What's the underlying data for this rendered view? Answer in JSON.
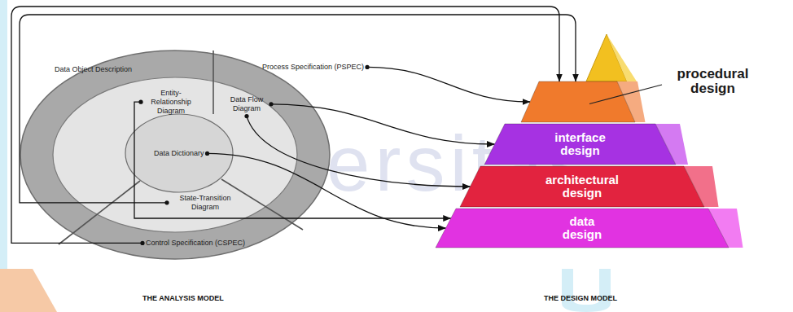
{
  "diagram": {
    "nodes": [
      {
        "text": [
          "Data Object Description"
        ]
      },
      {
        "text": [
          "Process Specification (PSPEC)"
        ]
      },
      {
        "text": [
          "Entity-Relationship Diagram"
        ]
      },
      {
        "text": [
          "Data Flow Diagram"
        ]
      },
      {
        "text": [
          "Data Dictionary"
        ]
      },
      {
        "text": [
          "State-Transition Diagram"
        ]
      },
      {
        "text": [
          "Control Specification (CSPEC)"
        ]
      },
      {
        "text": [
          "procedural design"
        ]
      },
      {
        "text": [
          "interface design"
        ]
      },
      {
        "text": [
          "architectural design"
        ]
      },
      {
        "text": [
          "data design"
        ]
      }
    ],
    "edges": [
      {
        "from": 1,
        "to": 7,
        "arrow": "to"
      },
      {
        "from": 3,
        "to": 8,
        "arrow": "to"
      },
      {
        "from": 3,
        "to": 9,
        "arrow": "to"
      },
      {
        "from": 4,
        "to": 10,
        "arrow": "to"
      },
      {
        "from": 2,
        "to": 10,
        "arrow": "to"
      },
      {
        "from": 5,
        "to": 7,
        "arrow": "to"
      },
      {
        "from": 6,
        "to": 7,
        "arrow": "to"
      }
    ],
    "labels": [
      "THE ANALYSIS MODEL",
      "THE DESIGN MODEL",
      "Universitas"
    ]
  }
}
